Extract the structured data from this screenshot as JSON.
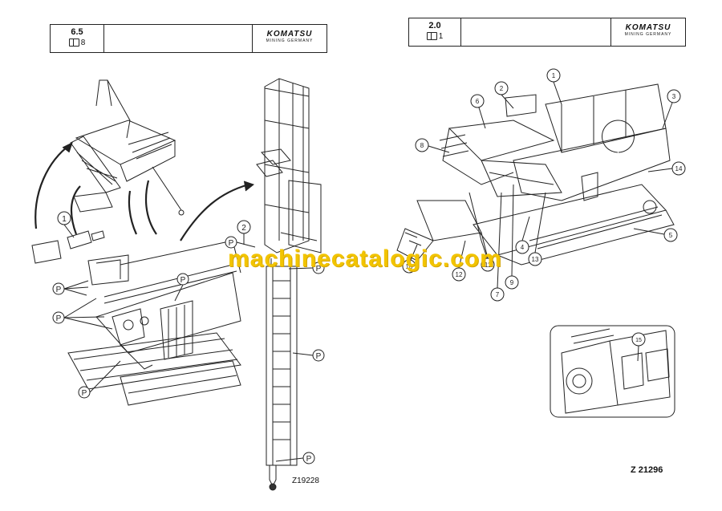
{
  "left": {
    "header": {
      "section": "6.5",
      "ref": "8",
      "brand": "KOMATSU",
      "brand_sub": "MINING GERMANY"
    },
    "figure_code": "Z19228",
    "callouts": [
      "1",
      "2"
    ],
    "p_marker": "P"
  },
  "right": {
    "header": {
      "section": "2.0",
      "ref": "1",
      "brand": "KOMATSU",
      "brand_sub": "MINING GERMANY"
    },
    "figure_code": "Z 21296",
    "callouts": [
      "1",
      "2",
      "3",
      "4",
      "5",
      "6",
      "7",
      "8",
      "9",
      "10",
      "11",
      "12",
      "13",
      "14",
      "15"
    ]
  },
  "watermark": "machinecatalogic.com"
}
